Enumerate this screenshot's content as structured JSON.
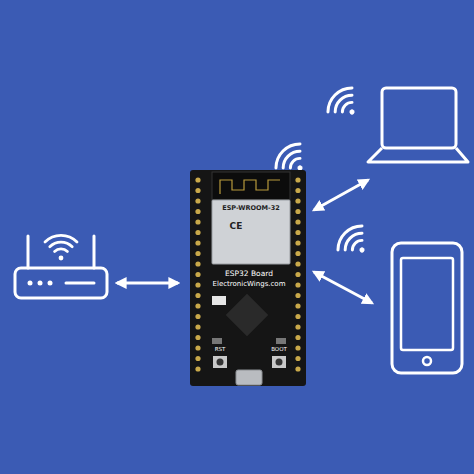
{
  "diagram": {
    "labels": [
      "ESP-WROOM-32",
      "CE",
      "ESP32 Board",
      "ElectronicWings.com",
      "RST",
      "BOOT"
    ]
  }
}
